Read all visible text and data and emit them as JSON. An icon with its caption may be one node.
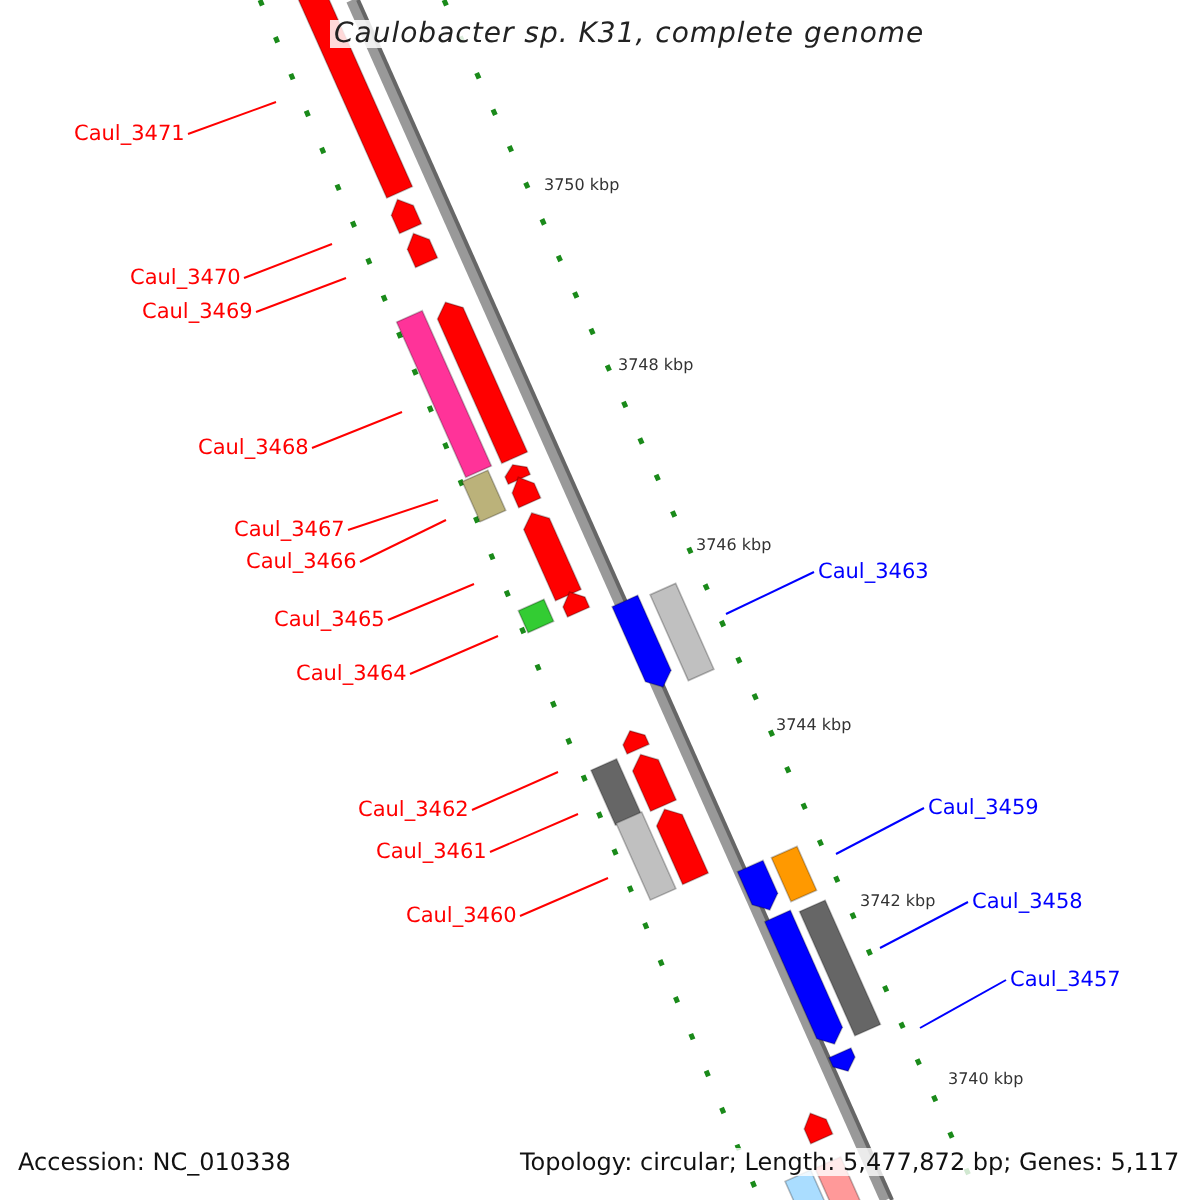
{
  "diagram": {
    "title": "Caulobacter sp. K31, complete genome",
    "nodes": [
      {
        "text": [
          "Caul_3471"
        ]
      },
      {
        "text": [
          "Caul_3470"
        ]
      },
      {
        "text": [
          "Caul_3469"
        ]
      },
      {
        "text": [
          "Caul_3468"
        ]
      },
      {
        "text": [
          "Caul_3467"
        ]
      },
      {
        "text": [
          "Caul_3466"
        ]
      },
      {
        "text": [
          "Caul_3463"
        ]
      },
      {
        "text": [
          "Caul_3465"
        ]
      },
      {
        "text": [
          "Caul_3464"
        ]
      },
      {
        "text": [
          "Caul_3459"
        ]
      },
      {
        "text": [
          "Caul_3462"
        ]
      },
      {
        "text": [
          "Caul_3461"
        ]
      },
      {
        "text": [
          "Caul_3458"
        ]
      },
      {
        "text": [
          "Caul_3460"
        ]
      },
      {
        "text": [
          "Caul_3457"
        ]
      }
    ],
    "edges": [
      {
        "from": 0,
        "to": null,
        "arrow": "none"
      },
      {
        "from": 1,
        "to": null,
        "arrow": "none"
      },
      {
        "from": 2,
        "to": null,
        "arrow": "none"
      },
      {
        "from": 3,
        "to": null,
        "arrow": "none"
      },
      {
        "from": 4,
        "to": null,
        "arrow": "none"
      },
      {
        "from": 5,
        "to": null,
        "arrow": "none"
      },
      {
        "from": 6,
        "to": null,
        "arrow": "none",
        "color": "#0000ff"
      },
      {
        "from": 7,
        "to": null,
        "arrow": "none"
      },
      {
        "from": 8,
        "to": null,
        "arrow": "none"
      },
      {
        "from": 9,
        "to": null,
        "arrow": "none",
        "color": "#0000ff"
      },
      {
        "from": 10,
        "to": null,
        "arrow": "none"
      },
      {
        "from": 11,
        "to": null,
        "arrow": "none"
      },
      {
        "from": 12,
        "to": null,
        "arrow": "none",
        "color": "#0000ff"
      },
      {
        "from": 13,
        "to": null,
        "arrow": "none"
      },
      {
        "from": 14,
        "to": null,
        "arrow": "none",
        "color": "#0000ff"
      }
    ],
    "labels": [
      "3750 kbp",
      "3748 kbp",
      "3746 kbp",
      "3744 kbp",
      "3742 kbp",
      "3740 kbp",
      "Accession: NC_010338",
      "Topology: circular; Length: 5,477,872 bp; Genes: 5,117"
    ]
  }
}
